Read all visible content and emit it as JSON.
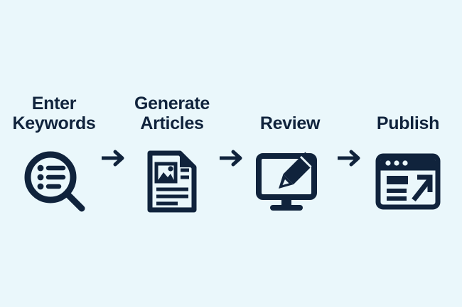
{
  "diagram": {
    "title": "Content workflow: Enter Keywords to Publish",
    "background_color": "#eaf7fb",
    "ink_color": "#10233c",
    "steps": [
      {
        "label": "Enter\nKeywords",
        "label_lines": 2,
        "icon": "magnifier-list-icon",
        "icon_description": "magnifying glass containing a bulleted list"
      },
      {
        "label": "Generate\nArticles",
        "label_lines": 2,
        "icon": "document-image-icon",
        "icon_description": "document page with folded corner, photo thumbnail and text lines"
      },
      {
        "label": "Review",
        "label_lines": 1,
        "icon": "monitor-pencil-icon",
        "icon_description": "desktop monitor with a pencil editing the screen"
      },
      {
        "label": "Publish",
        "label_lines": 1,
        "icon": "browser-arrow-icon",
        "icon_description": "browser window with content lines and an arrow pointing up-right"
      }
    ],
    "connectors": [
      {
        "icon": "arrow-right-icon",
        "from": "Enter Keywords",
        "to": "Generate Articles"
      },
      {
        "icon": "arrow-right-icon",
        "from": "Generate Articles",
        "to": "Review"
      },
      {
        "icon": "arrow-right-icon",
        "from": "Review",
        "to": "Publish"
      }
    ]
  }
}
